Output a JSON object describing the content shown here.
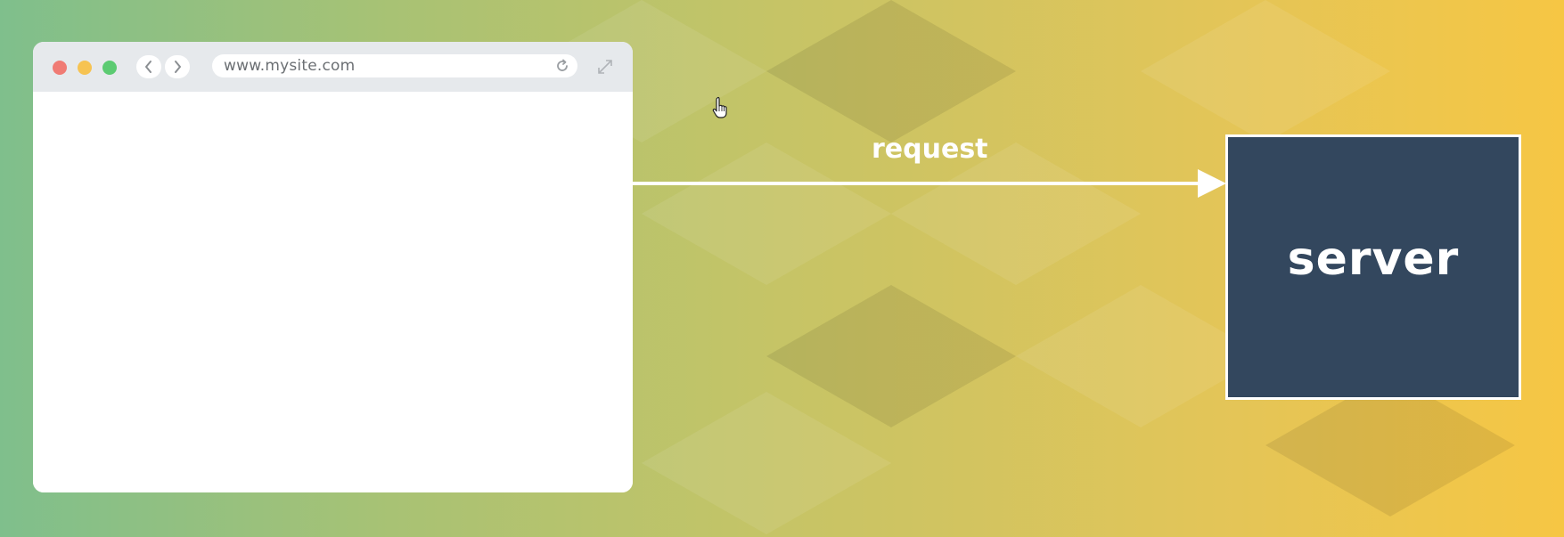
{
  "browser": {
    "url": "www.mysite.com",
    "traffic_lights": {
      "close_color": "#f07b74",
      "minimize_color": "#f6c352",
      "maximize_color": "#5ccb72"
    },
    "icons": [
      "chevron-left-icon",
      "chevron-right-icon",
      "reload-icon",
      "expand-icon"
    ]
  },
  "arrow": {
    "label": "request",
    "color": "#ffffff"
  },
  "server": {
    "label": "server",
    "fill_color": "#33475e"
  },
  "cursor": {
    "icon": "hand-pointer-icon"
  },
  "background": {
    "gradient_start": "#7fbf8c",
    "gradient_end": "#f6c644"
  }
}
